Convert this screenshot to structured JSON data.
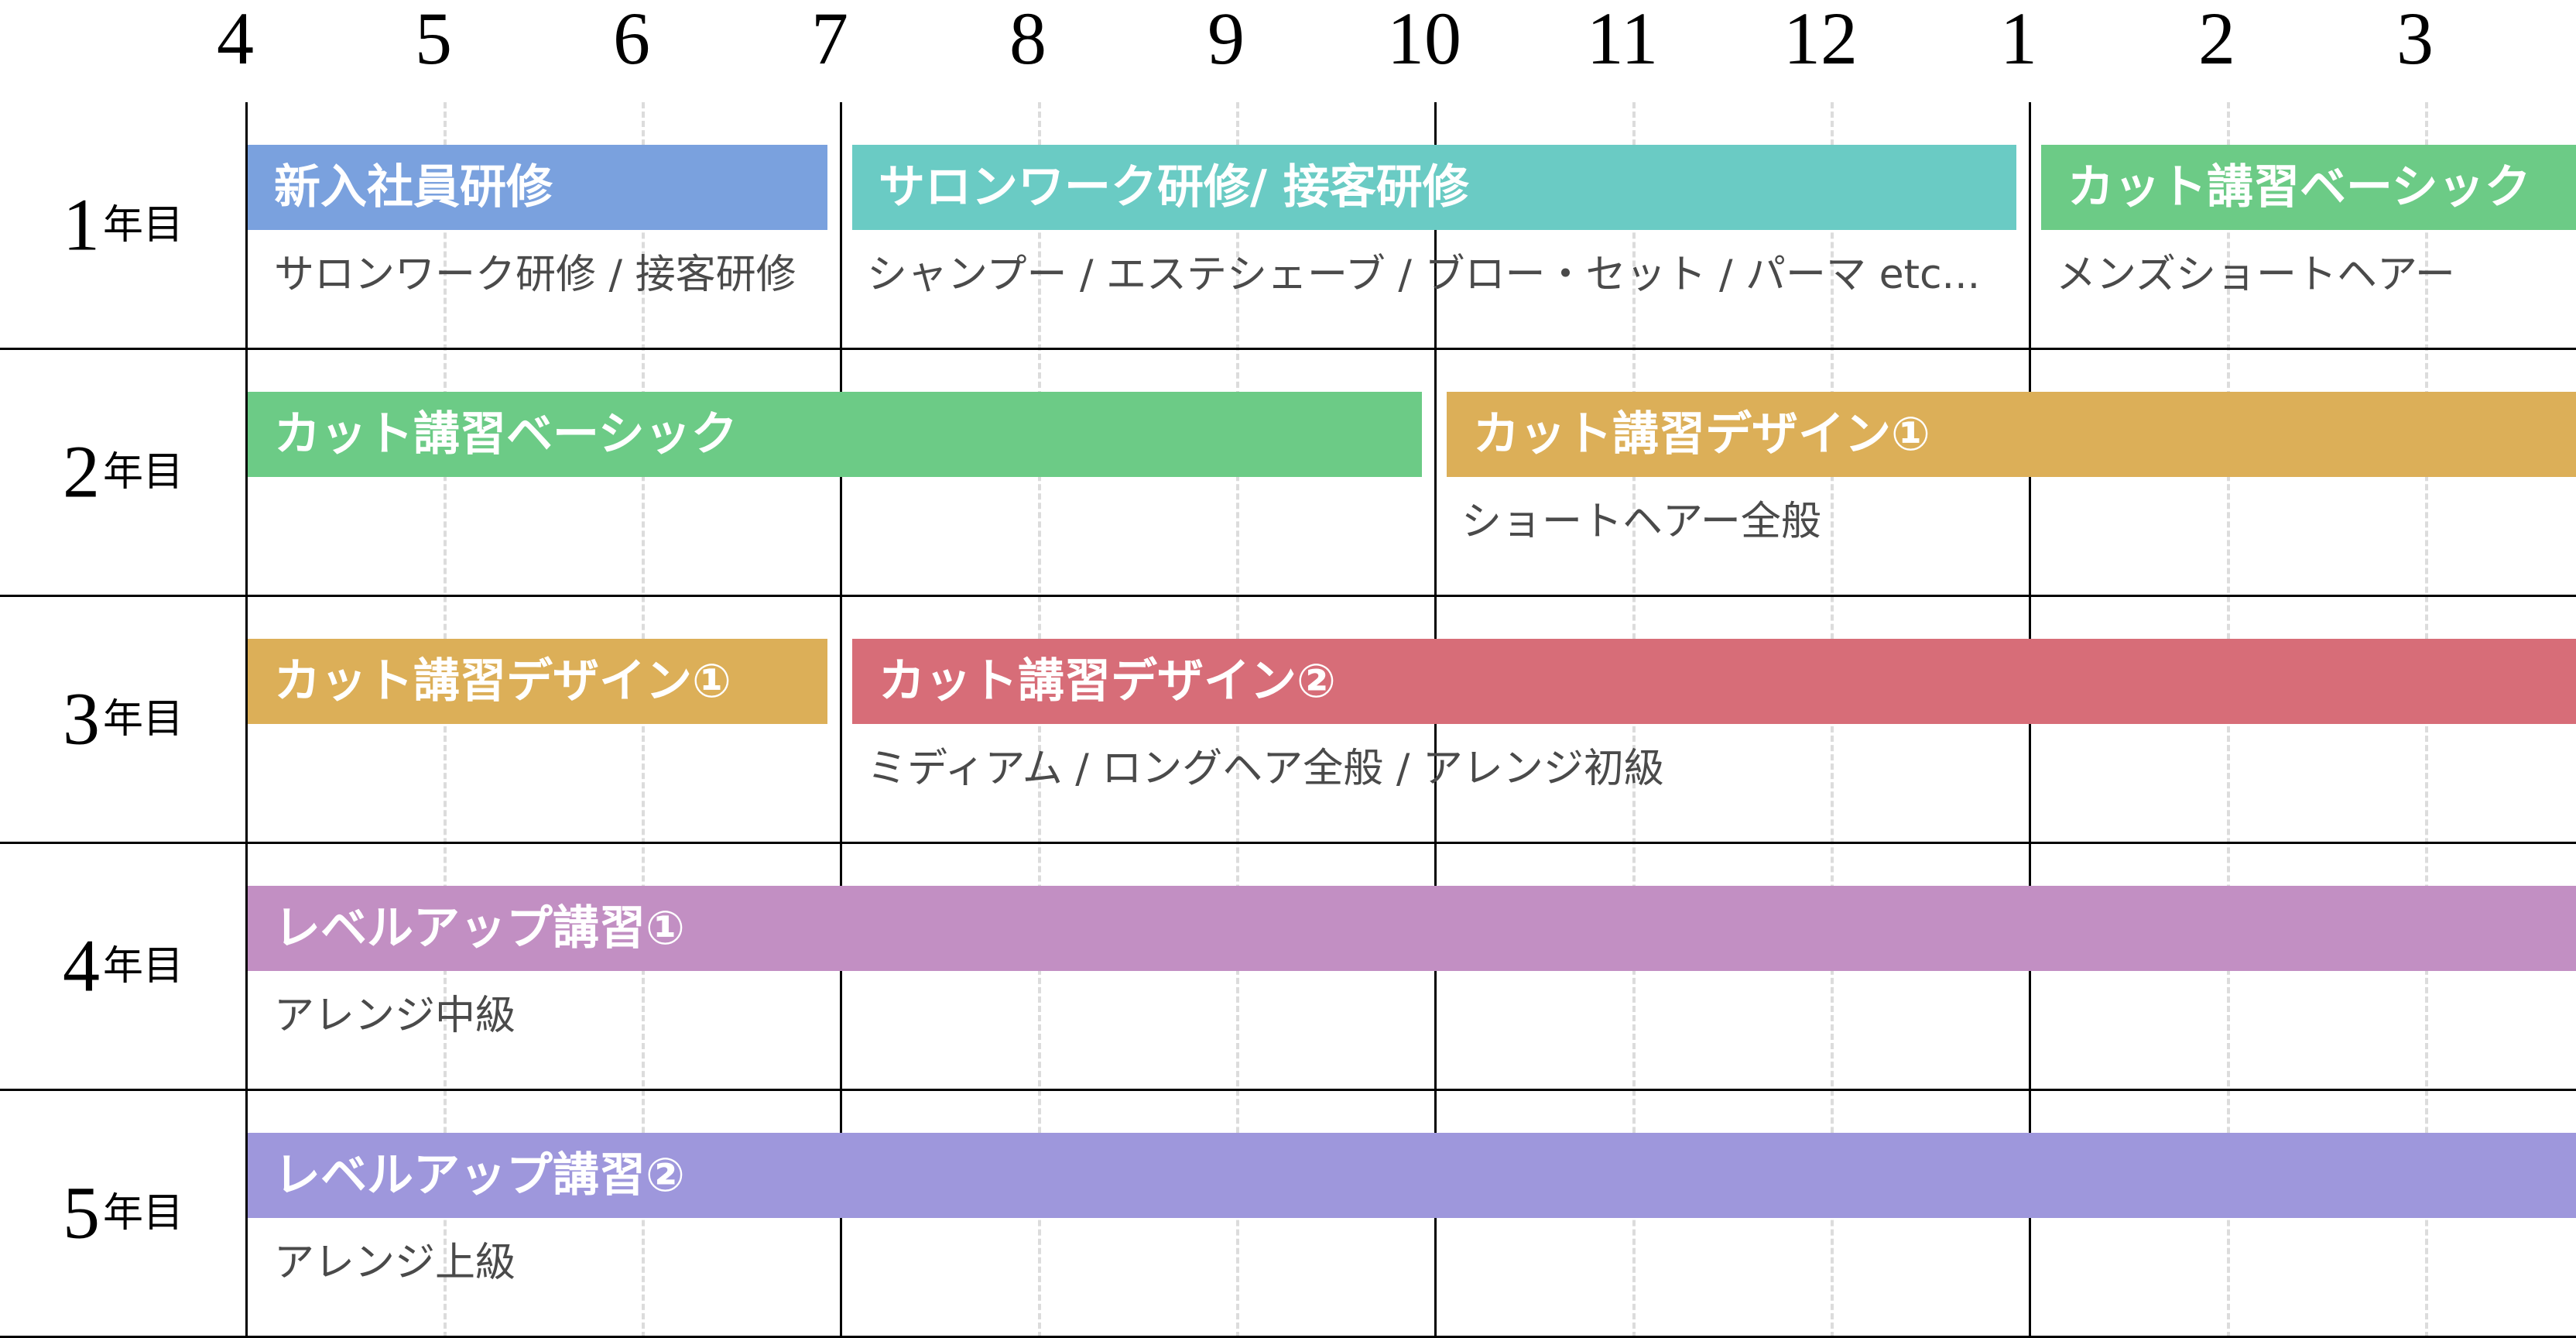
{
  "months": [
    "4",
    "5",
    "6",
    "7",
    "8",
    "9",
    "10",
    "11",
    "12",
    "1",
    "2",
    "3"
  ],
  "years": [
    {
      "num": "1",
      "suffix": "年目",
      "bars": [
        {
          "label": "新入社員研修",
          "color": "#7aa1de",
          "start": 0,
          "end": 3
        },
        {
          "label": "サロンワーク研修/ 接客研修",
          "color": "#6acbc4",
          "start": 3,
          "end": 9
        },
        {
          "label": "カット講習ベーシック",
          "color": "#6ccb86",
          "start": 9,
          "end": 12
        }
      ],
      "notes": [
        {
          "text": "サロンワーク研修 / 接客研修",
          "start": 0
        },
        {
          "text": "シャンプー / エステシェーブ / ブロー・セット / パーマ etc...",
          "start": 3
        },
        {
          "text": "メンズショートヘアー",
          "start": 9
        }
      ]
    },
    {
      "num": "2",
      "suffix": "年目",
      "bars": [
        {
          "label": "カット講習ベーシック",
          "color": "#6ccb86",
          "start": 0,
          "end": 6
        },
        {
          "label": "カット講習デザイン①",
          "color": "#dcaf58",
          "start": 6,
          "end": 12
        }
      ],
      "notes": [
        {
          "text": "ショートヘアー全般",
          "start": 6
        }
      ]
    },
    {
      "num": "3",
      "suffix": "年目",
      "bars": [
        {
          "label": "カット講習デザイン①",
          "color": "#dcaf58",
          "start": 0,
          "end": 3
        },
        {
          "label": "カット講習デザイン②",
          "color": "#d76d78",
          "start": 3,
          "end": 12
        }
      ],
      "notes": [
        {
          "text": "ミディアム / ロングヘア全般 / アレンジ初級",
          "start": 3
        }
      ]
    },
    {
      "num": "4",
      "suffix": "年目",
      "bars": [
        {
          "label": "レベルアップ講習①",
          "color": "#c28fc3",
          "start": 0,
          "end": 12
        }
      ],
      "notes": [
        {
          "text": "アレンジ中級",
          "start": 0
        }
      ]
    },
    {
      "num": "5",
      "suffix": "年目",
      "bars": [
        {
          "label": "レベルアップ講習②",
          "color": "#9e97dc",
          "start": 0,
          "end": 12
        }
      ],
      "notes": [
        {
          "text": "アレンジ上級",
          "start": 0
        }
      ]
    }
  ]
}
